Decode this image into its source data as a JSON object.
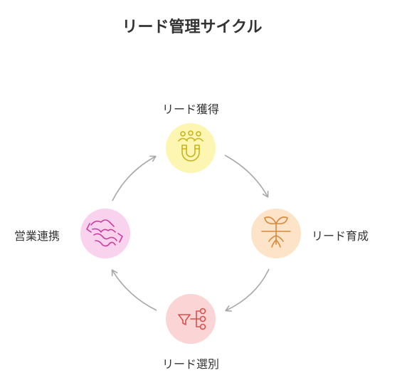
{
  "title": "リード管理サイクル",
  "nodes": {
    "top": {
      "label": "リード獲得",
      "icon": "magnet-people-icon",
      "fill": "#fdf6b2",
      "stroke": "#c9b21a"
    },
    "right": {
      "label": "リード育成",
      "icon": "sprout-roots-icon",
      "fill": "#fde3c8",
      "stroke": "#d98a3a"
    },
    "bottom": {
      "label": "リード選別",
      "icon": "funnel-branch-icon",
      "fill": "#fbd5d5",
      "stroke": "#d9504a"
    },
    "left": {
      "label": "営業連携",
      "icon": "handshake-icon",
      "fill": "#f9d3ee",
      "stroke": "#cc3c9e"
    }
  },
  "arrow_color": "#a8a8a8"
}
